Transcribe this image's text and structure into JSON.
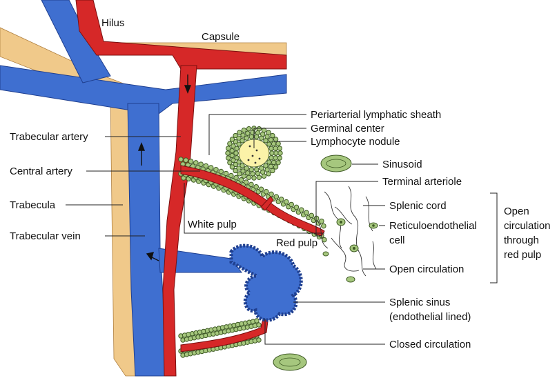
{
  "colors": {
    "artery": "#d62828",
    "artery_dark": "#7a1010",
    "vein": "#3f6fd0",
    "vein_dark": "#1f3f8f",
    "trabecula": "#f0c98a",
    "trabecula_dark": "#b08040",
    "lymphocyte": "#a6c77e",
    "lymphocyte_dark": "#3e5a24",
    "germinal": "#fbf2a8"
  },
  "labels": {
    "hilus": "Hilus",
    "capsule": "Capsule",
    "trabecular_artery": "Trabecular artery",
    "central_artery": "Central artery",
    "trabecula": "Trabecula",
    "trabecular_vein": "Trabecular vein",
    "pals": "Periarterial lymphatic sheath",
    "germinal_center": "Germinal center",
    "lymphocyte_nodule": "Lymphocyte nodule",
    "sinusoid": "Sinusoid",
    "terminal_arteriole": "Terminal arteriole",
    "splenic_cord": "Splenic cord",
    "reticuloendothelial_1": "Reticuloendothelial",
    "reticuloendothelial_2": "cell",
    "open_circulation": "Open circulation",
    "white_pulp": "White pulp",
    "red_pulp": "Red pulp",
    "splenic_sinus_1": "Splenic sinus",
    "splenic_sinus_2": "(endothelial lined)",
    "closed_circulation": "Closed circulation",
    "bracket_1": "Open",
    "bracket_2": "circulation",
    "bracket_3": "through",
    "bracket_4": "red pulp"
  }
}
